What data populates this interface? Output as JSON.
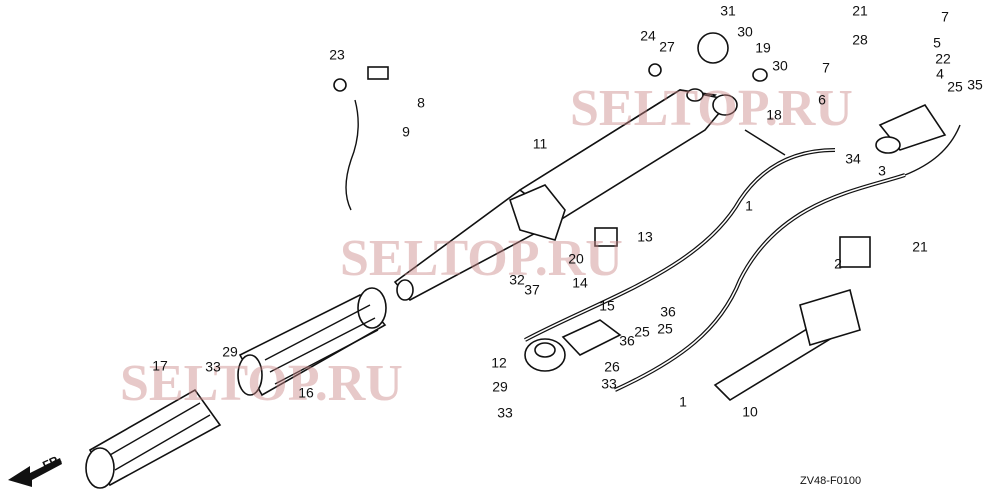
{
  "diagram": {
    "code": "ZV48-F0100",
    "direction_marker": "FR.",
    "watermark": "SELTOP.RU",
    "callouts": [
      "23",
      "8",
      "9",
      "11",
      "24",
      "27",
      "31",
      "30",
      "19",
      "30",
      "18",
      "21",
      "7",
      "28",
      "5",
      "22",
      "7",
      "4",
      "25",
      "35",
      "6",
      "34",
      "3",
      "1",
      "13",
      "20",
      "14",
      "32",
      "37",
      "21",
      "2",
      "15",
      "36",
      "25",
      "25",
      "36",
      "12",
      "26",
      "29",
      "33",
      "17",
      "16",
      "29",
      "33",
      "33",
      "1",
      "10"
    ]
  }
}
